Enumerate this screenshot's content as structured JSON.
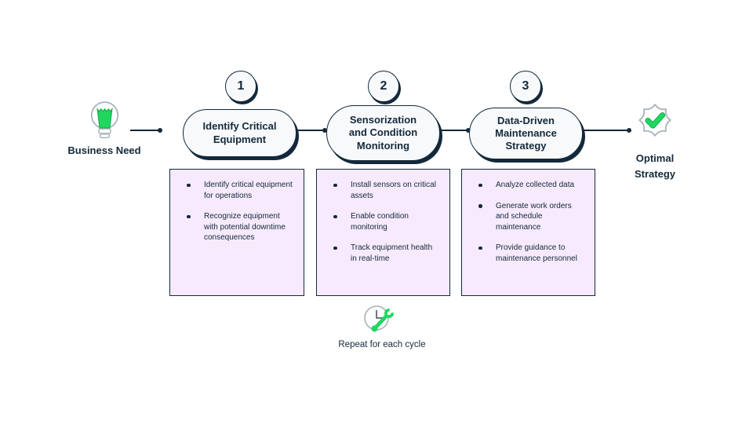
{
  "palette": {
    "navy": "#13293B",
    "green": "#1FD75F",
    "green_dark": "#0FAE4D",
    "box_lavender": "#F6EAFC",
    "pill_fill": "#F7F9FB",
    "icon_gray": "#A9B2B9"
  },
  "start": {
    "icon": "lightbulb-icon",
    "label": "Business Need"
  },
  "steps": [
    {
      "number": "1",
      "title": "Identify Critical Equipment",
      "details": [
        "Identify critical equipment for operations",
        "Recognize equipment with potential downtime consequences"
      ]
    },
    {
      "number": "2",
      "title": "Sensorization and Condition Monitoring",
      "details": [
        "Install sensors on critical assets",
        "Enable condition monitoring",
        "Track equipment health in real-time"
      ]
    },
    {
      "number": "3",
      "title": "Data-Driven Maintenance Strategy",
      "details": [
        "Analyze collected data",
        "Generate work orders and schedule maintenance",
        "Provide guidance to maintenance personnel"
      ]
    }
  ],
  "end": {
    "icon": "verified-badge-icon",
    "label": "Optimal Strategy"
  },
  "footer": {
    "icon": "clock-wrench-icon",
    "label": "Repeat for each cycle"
  }
}
